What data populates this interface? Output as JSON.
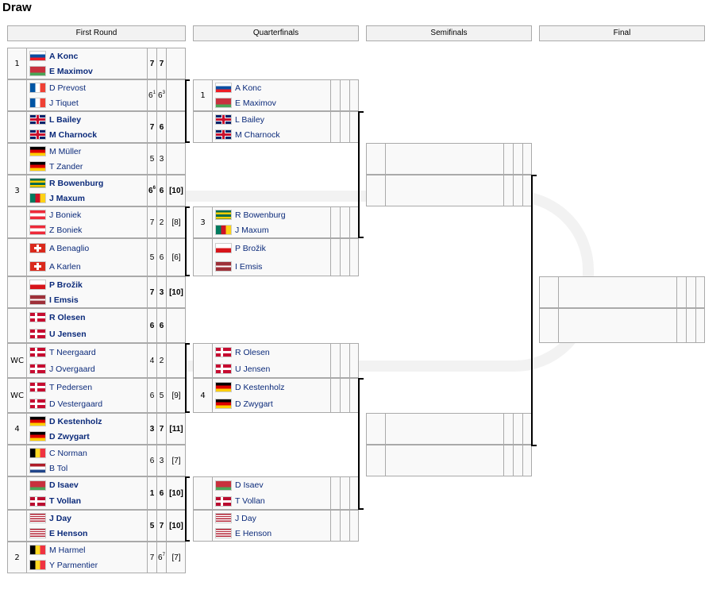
{
  "title": "Draw",
  "headers": [
    "First Round",
    "Quarterfinals",
    "Semifinals",
    "Final"
  ],
  "colors": {
    "header_bg": "#f2f2f2",
    "name_color": "#0b2a7a",
    "border": "#aaa"
  },
  "rounds": [
    {
      "name": "First Round",
      "matches": [
        {
          "seed": "1",
          "top": {
            "names": [
              [
                "sk",
                "A Konc"
              ],
              [
                "by",
                "E Maximov"
              ]
            ],
            "scores": [
              "7",
              "7",
              ""
            ],
            "win": true
          },
          "bot": null
        },
        {
          "seed": "",
          "top": {
            "names": [
              [
                "fr",
                "D Prevost"
              ],
              [
                "fr",
                "J Tiquet"
              ]
            ],
            "scores": [
              "6¹",
              "6³",
              ""
            ],
            "win": false
          },
          "bot": null
        },
        {
          "seed": "",
          "top": {
            "names": [
              [
                "gb",
                "L Bailey"
              ],
              [
                "gb",
                "M Charnock"
              ]
            ],
            "scores": [
              "7",
              "6",
              ""
            ],
            "win": true
          },
          "bot": null
        },
        {
          "seed": "",
          "top": {
            "names": [
              [
                "de",
                "M Müller"
              ],
              [
                "de",
                "T Zander"
              ]
            ],
            "scores": [
              "5",
              "3",
              ""
            ],
            "win": false
          },
          "bot": null
        },
        {
          "seed": "3",
          "top": {
            "names": [
              [
                "tg",
                "R Bowenburg"
              ],
              [
                "cm",
                "J Maxum"
              ]
            ],
            "scores": [
              "6⁶",
              "6",
              "[10]"
            ],
            "win": true
          },
          "bot": null
        },
        {
          "seed": "",
          "top": {
            "names": [
              [
                "at",
                "J Boniek"
              ],
              [
                "at",
                "Z Boniek"
              ]
            ],
            "scores": [
              "7",
              "2",
              "[8]"
            ],
            "win": false
          },
          "bot": null
        },
        {
          "seed": "",
          "top": {
            "names": [
              [
                "ch",
                "A Benaglio"
              ],
              [
                "ch",
                "A Karlen"
              ]
            ],
            "scores": [
              "5",
              "6",
              "[6]"
            ],
            "win": false
          },
          "bot": null
        },
        {
          "seed": "",
          "top": {
            "names": [
              [
                "cz",
                "P Brožik"
              ],
              [
                "lv",
                "I Emsis"
              ]
            ],
            "scores": [
              "7",
              "3",
              "[10]"
            ],
            "win": true
          },
          "bot": null
        },
        {
          "seed": "",
          "top": {
            "names": [
              [
                "dk",
                "R Olesen"
              ],
              [
                "dk",
                "U Jensen"
              ]
            ],
            "scores": [
              "6",
              "6",
              ""
            ],
            "win": true
          },
          "bot": null
        },
        {
          "seed": "WC",
          "top": {
            "names": [
              [
                "dk",
                "T Neergaard"
              ],
              [
                "dk",
                "J Overgaard"
              ]
            ],
            "scores": [
              "4",
              "2",
              ""
            ],
            "win": false
          },
          "bot": null
        },
        {
          "seed": "WC",
          "top": {
            "names": [
              [
                "dk",
                "T Pedersen"
              ],
              [
                "dk",
                "D Vestergaard"
              ]
            ],
            "scores": [
              "6",
              "5",
              "[9]"
            ],
            "win": false
          },
          "bot": null
        },
        {
          "seed": "4",
          "top": {
            "names": [
              [
                "de",
                "D Kestenholz"
              ],
              [
                "de",
                "D Zwygart"
              ]
            ],
            "scores": [
              "3",
              "7",
              "[11]"
            ],
            "win": true
          },
          "bot": null
        },
        {
          "seed": "",
          "top": {
            "names": [
              [
                "be",
                "C Norman"
              ],
              [
                "nl",
                "B Tol"
              ]
            ],
            "scores": [
              "6",
              "3",
              "[7]"
            ],
            "win": false
          },
          "bot": null
        },
        {
          "seed": "",
          "top": {
            "names": [
              [
                "by",
                "D Isaev"
              ],
              [
                "no",
                "T Vollan"
              ]
            ],
            "scores": [
              "1",
              "6",
              "[10]"
            ],
            "win": true
          },
          "bot": null
        },
        {
          "seed": "",
          "top": {
            "names": [
              [
                "us",
                "J Day"
              ],
              [
                "us",
                "E Henson"
              ]
            ],
            "scores": [
              "5",
              "7",
              "[10]"
            ],
            "win": true
          },
          "bot": null
        },
        {
          "seed": "2",
          "top": {
            "names": [
              [
                "be",
                "M Harmel"
              ],
              [
                "be",
                "Y Parmentier"
              ]
            ],
            "scores": [
              "7",
              "6⁷",
              "[7]"
            ],
            "win": false
          },
          "bot": null
        }
      ]
    }
  ],
  "quarterfinals": [
    {
      "a": {
        "seed": "1",
        "names": [
          [
            "sk",
            "A Konc"
          ],
          [
            "by",
            "E Maximov"
          ]
        ]
      },
      "b": {
        "seed": "",
        "names": [
          [
            "gb",
            "L Bailey"
          ],
          [
            "gb",
            "M Charnock"
          ]
        ]
      }
    },
    {
      "a": {
        "seed": "3",
        "names": [
          [
            "tg",
            "R Bowenburg"
          ],
          [
            "cm",
            "J Maxum"
          ]
        ]
      },
      "b": {
        "seed": "",
        "names": [
          [
            "cz",
            "P Brožik"
          ],
          [
            "lv",
            "I Emsis"
          ]
        ]
      }
    },
    {
      "a": {
        "seed": "",
        "names": [
          [
            "dk",
            "R Olesen"
          ],
          [
            "dk",
            "U Jensen"
          ]
        ]
      },
      "b": {
        "seed": "4",
        "names": [
          [
            "de",
            "D Kestenholz"
          ],
          [
            "de",
            "D Zwygart"
          ]
        ]
      }
    },
    {
      "a": {
        "seed": "",
        "names": [
          [
            "by",
            "D Isaev"
          ],
          [
            "no",
            "T Vollan"
          ]
        ]
      },
      "b": {
        "seed": "",
        "names": [
          [
            "us",
            "J Day"
          ],
          [
            "us",
            "E Henson"
          ]
        ]
      }
    }
  ]
}
